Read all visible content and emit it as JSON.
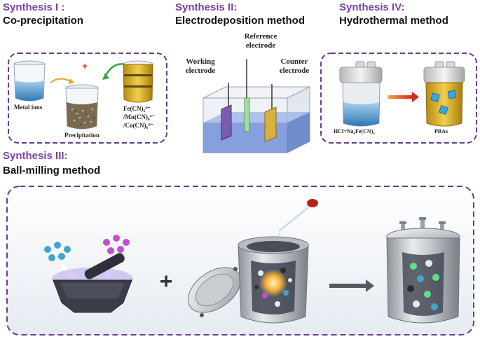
{
  "sections": {
    "s1": {
      "title": "Synthesis I :",
      "subtitle": "Co-precipitation"
    },
    "s2": {
      "title": "Synthesis II:",
      "subtitle": "Electrodeposition method"
    },
    "s3": {
      "title": "Synthesis III:",
      "subtitle": "Ball-milling method"
    },
    "s4": {
      "title": "Synthesis IV:",
      "subtitle": "Hydrothermal method"
    }
  },
  "coprecip": {
    "metal_ions": "Metal ions",
    "precipitation": "Precipitation",
    "plus": "+",
    "cyanide_1": "Fe(CN)₆⁴⁻",
    "cyanide_2": "/Mn(CN)₆⁴⁻",
    "cyanide_3": "/Co(CN)₆⁴⁻"
  },
  "electro": {
    "working_1": "Working",
    "working_2": "electrode",
    "reference_1": "Reference",
    "reference_2": "electrode",
    "counter_1": "Counter",
    "counter_2": "electrode"
  },
  "hydro": {
    "reactant": "HCl+Na₄Fe(CN)₆",
    "product": "PBAs"
  },
  "ballmill": {
    "plus": "+"
  },
  "colors": {
    "title_purple": "#7b3fa0",
    "dashed_border": "#6a3b8f",
    "arrow_red": "#d63a2a",
    "arrow_green": "#3aa345",
    "working_electrode": "#7d5bb0",
    "reference_electrode": "#9fe09a",
    "counter_electrode": "#d9b23a",
    "electrolyte": "#6f8fd6",
    "blue_ion": "#3fa7c9",
    "purple_ion": "#c24fd1",
    "cube_blue": "#33a8e8"
  }
}
